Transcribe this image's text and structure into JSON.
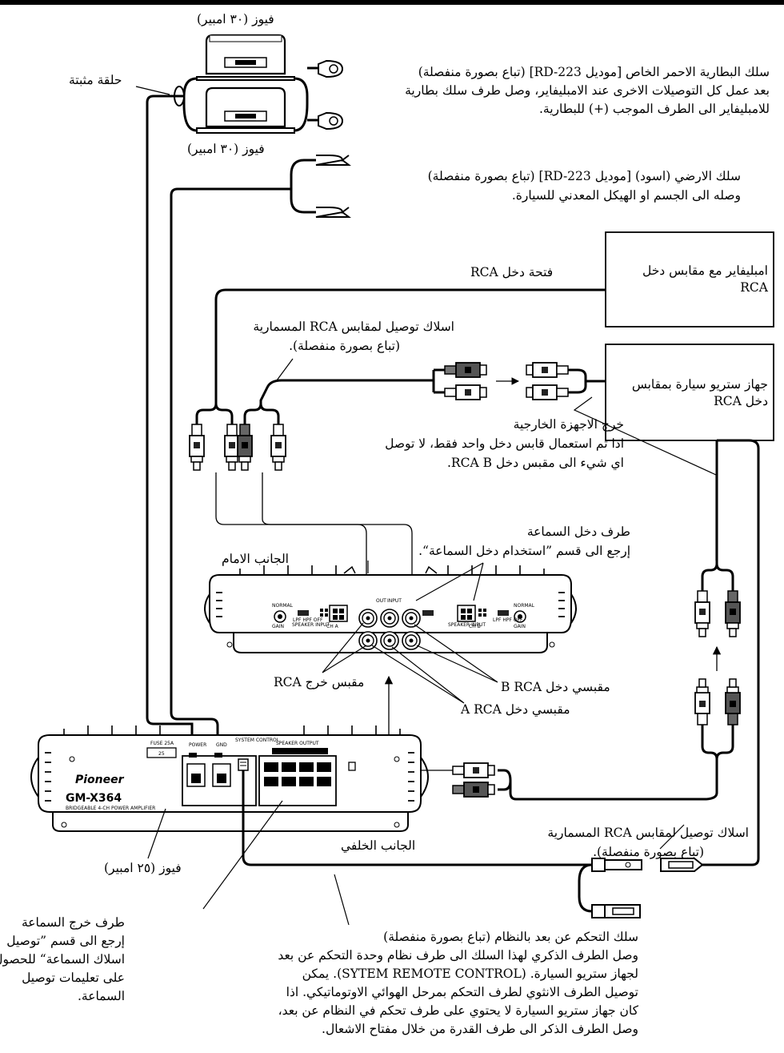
{
  "labels": {
    "fuse30_top": "فيوز (٣٠ امبير)",
    "fuse30_bottom": "فيوز (٣٠ امبير)",
    "grommet": "حلقة مثبتة",
    "battery_wire": [
      "سلك البطارية الاحمر الخاص [موديل RD-223] (تباع بصورة منفصلة)",
      "بعد عمل كل التوصيلات الاخرى عند الامبليفاير، وصل طرف سلك بطارية",
      "للامبليفاير الى الطرف الموجب (+) للبطارية."
    ],
    "ground_wire": [
      "سلك الارضي (اسود) [موديل RD-223] (تباع بصورة منفصلة)",
      "وصله الى الجسم او الهيكل المعدني للسيارة."
    ],
    "amp_with_rca_box": "امبليفاير مع مقابس دخل RCA",
    "rca_input_jack": "فتحة دخل RCA",
    "rca_cables_top": [
      "اسلاك توصيل لمقابس RCA المسمارية",
      "(تباع بصورة منفصلة)."
    ],
    "stereo_box": "جهاز ستريو سيارة بمقابس دخل RCA",
    "external_output": [
      "خرج الاجهزة الخارجية",
      "اذا تم استعمال قابس دخل واحد فقط، لا توصل",
      "اي شيء الى مقبس دخل RCA B."
    ],
    "speaker_input": [
      "طرف دخل السماعة",
      "إرجع الى قسم ”استخدام دخل السماعة“."
    ],
    "front_side": "الجانب الامام",
    "rca_output_jack": "مقبس خرج RCA",
    "rca_input_b": "مقبسي دخل B RCA",
    "rca_input_a": "مقبسي دخل A RCA",
    "rca_cables_bottom": [
      "اسلاك توصيل لمقابس RCA المسمارية",
      "(تباع بصورة منفصلة)."
    ],
    "rear_side": "الجانب الخلفي",
    "fuse25": "فيوز (٢٥ امبير)",
    "speaker_output": [
      "طرف خرج السماعة",
      "إرجع الى قسم ”توصيل",
      "اسلاك السماعة“ للحصول",
      "على تعليمات توصيل",
      "السماعة."
    ],
    "remote_wire": [
      "سلك التحكم عن بعد بالنظام (تباع بصورة منفصلة)",
      "وصل الطرف الذكري لهذا السلك الى طرف نظام وحدة التحكم عن بعد",
      "لجهاز ستريو السيارة. (SYTEM REMOTE CONTROL). يمكن",
      "توصيل الطرف الانثوي لطرف التحكم بمرحل الهوائي الاوتوماتيكي. اذا",
      "كان جهاز ستريو السيارة لا يحتوي على طرف تحكم في النظام عن بعد،",
      "وصل الطرف الذكر الى طرف القدرة من خلال مفتاح الاشعال."
    ]
  },
  "amp_front": {
    "input_label": "INPUT",
    "output_label": "OUT",
    "ch_a": "CH A",
    "ch_b": "CH B",
    "speaker_input": "SPEAKER INPUT",
    "gain": "GAIN",
    "normal": "NORMAL",
    "lpf_hpf_off": "LPF HPF OFF"
  },
  "amp_rear": {
    "brand": "Pioneer",
    "model": "GM-X364",
    "subtitle": "BRIDGEABLE 4-CH POWER AMPLIFIER",
    "fuse_title": "FUSE 25A",
    "fuse_value": "25",
    "power": "POWER",
    "gnd": "GND",
    "system_control": "SYSTEM CONTROL",
    "speaker_output": "SPEAKER OUTPUT"
  }
}
